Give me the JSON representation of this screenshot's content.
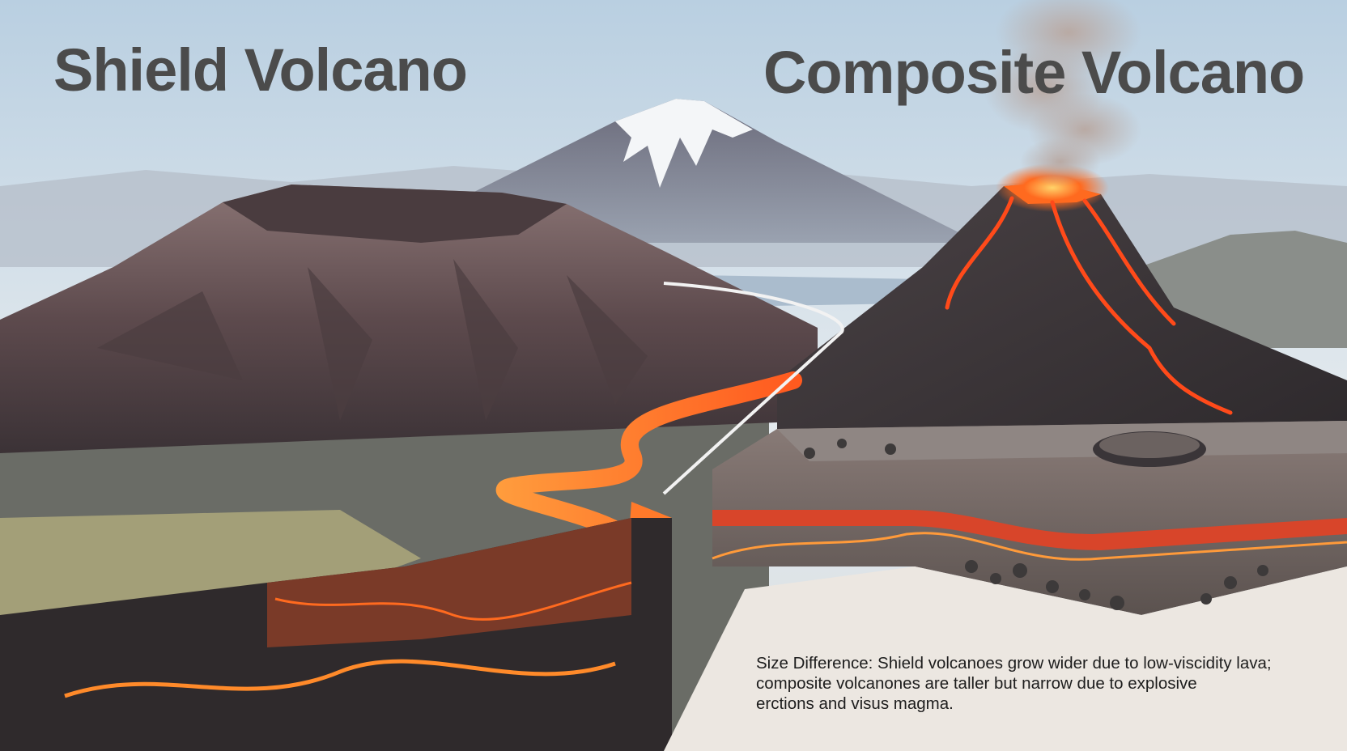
{
  "titles": {
    "left": "Shield Volcano",
    "right": "Composite Volcano"
  },
  "caption": {
    "line1": "Size Difference: Shield volcanoes grow wider due to low-viscidity lava;",
    "line2": "composite volcanones are taller but narrow due to explosive",
    "line3": "erctions and visus magma."
  },
  "colors": {
    "sky_top": "#c9d9e6",
    "sky_bottom": "#e9eef1",
    "shield_rock": "#6e5a5c",
    "composite_rock": "#3a3538",
    "lava": "#ff5a1f",
    "lava_glow": "#ffb347",
    "ground_panel": "#ece7e1",
    "title_text": "#4b4b4b"
  }
}
